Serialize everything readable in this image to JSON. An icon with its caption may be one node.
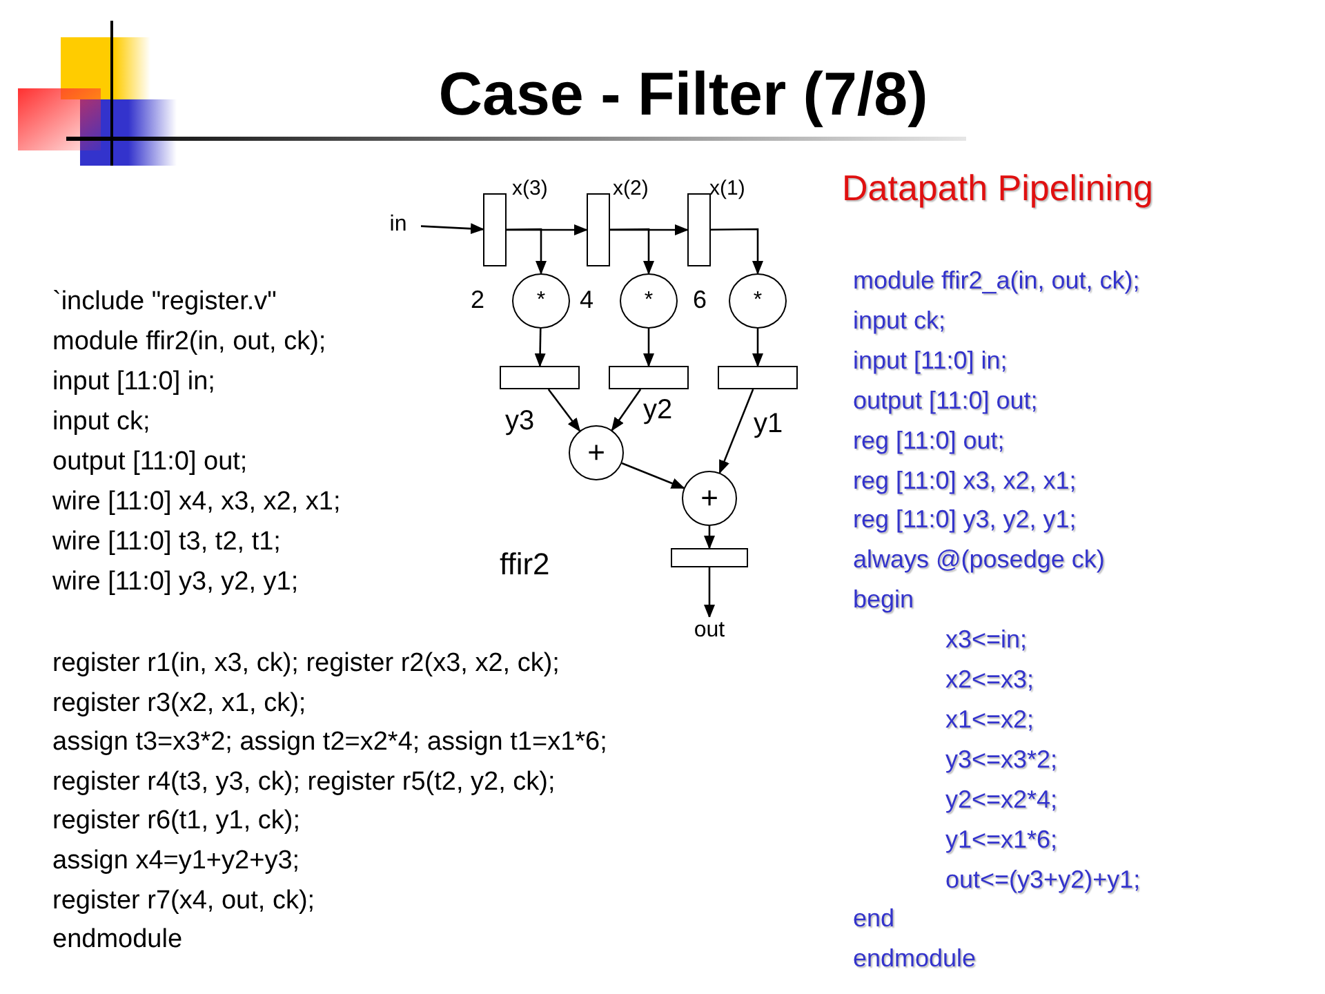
{
  "diagram": {
    "title": "Case - Filter (7/8)",
    "nodes": [
      {
        "text": [
          "in"
        ]
      },
      {
        "text": [],
        "shape": "box"
      },
      {
        "text": [],
        "shape": "box"
      },
      {
        "text": [],
        "shape": "box"
      },
      {
        "text": [
          "*"
        ]
      },
      {
        "text": [
          "*"
        ]
      },
      {
        "text": [
          "*"
        ]
      },
      {
        "text": [],
        "shape": "box"
      },
      {
        "text": [],
        "shape": "box"
      },
      {
        "text": [],
        "shape": "box"
      },
      {
        "text": [
          "+"
        ]
      },
      {
        "text": [
          "+"
        ]
      },
      {
        "text": [],
        "shape": "box"
      },
      {
        "text": [
          "out"
        ]
      }
    ],
    "edges": [
      {
        "from": 0,
        "to": 1,
        "arrow": "to"
      },
      {
        "from": 1,
        "to": 2,
        "arrow": "to"
      },
      {
        "from": 1,
        "to": 4,
        "arrow": "to"
      },
      {
        "from": 2,
        "to": 3,
        "arrow": "to"
      },
      {
        "from": 2,
        "to": 5,
        "arrow": "to"
      },
      {
        "from": 3,
        "to": 6,
        "arrow": "to"
      },
      {
        "from": 4,
        "to": 7,
        "arrow": "to"
      },
      {
        "from": 5,
        "to": 8,
        "arrow": "to"
      },
      {
        "from": 6,
        "to": 9,
        "arrow": "to"
      },
      {
        "from": 7,
        "to": 10,
        "arrow": "to",
        "label": "y3"
      },
      {
        "from": 8,
        "to": 10,
        "arrow": "to",
        "label": "y2"
      },
      {
        "from": 9,
        "to": 11,
        "arrow": "to",
        "label": "y1"
      },
      {
        "from": 10,
        "to": 11,
        "arrow": "to"
      },
      {
        "from": 11,
        "to": 12,
        "arrow": "to"
      },
      {
        "from": 12,
        "to": 13,
        "arrow": "to"
      }
    ],
    "labels": [
      "x(3)",
      "x(2)",
      "x(1)",
      "2",
      "4",
      "6",
      "ffir2",
      "`include \"register.v\"",
      "module ffir2(in, out, ck);",
      "input [11:0] in;",
      "input ck;",
      "output [11:0] out;",
      "wire [11:0] x4, x3, x2, x1;",
      "wire [11:0] t3, t2, t1;",
      "wire [11:0] y3, y2, y1;",
      "register r1(in, x3, ck); register r2(x3, x2, ck);",
      "register r3(x2, x1, ck);",
      "assign t3=x3*2; assign t2=x2*4; assign t1=x1*6;",
      "register r4(t3, y3, ck); register r5(t2, y2, ck);",
      "register r6(t1, y1, ck);",
      "assign x4=y1+y2+y3;",
      "register r7(x4, out, ck);",
      "endmodule",
      "Datapath Pipelining",
      "module ffir2_a(in, out, ck);",
      "input ck;",
      "input [11:0] in;",
      "output [11:0] out;",
      "reg [11:0] out;",
      "reg [11:0] x3, x2, x1;",
      "reg [11:0] y3, y2, y1;",
      "always @(posedge ck)",
      "begin",
      "x3<=in;",
      "x2<=x3;",
      "x1<=x2;",
      "y3<=x3*2;",
      "y2<=x2*4;",
      "y1<=x1*6;",
      "out<=(y3+y2)+y1;",
      "end",
      "endmodule"
    ]
  }
}
